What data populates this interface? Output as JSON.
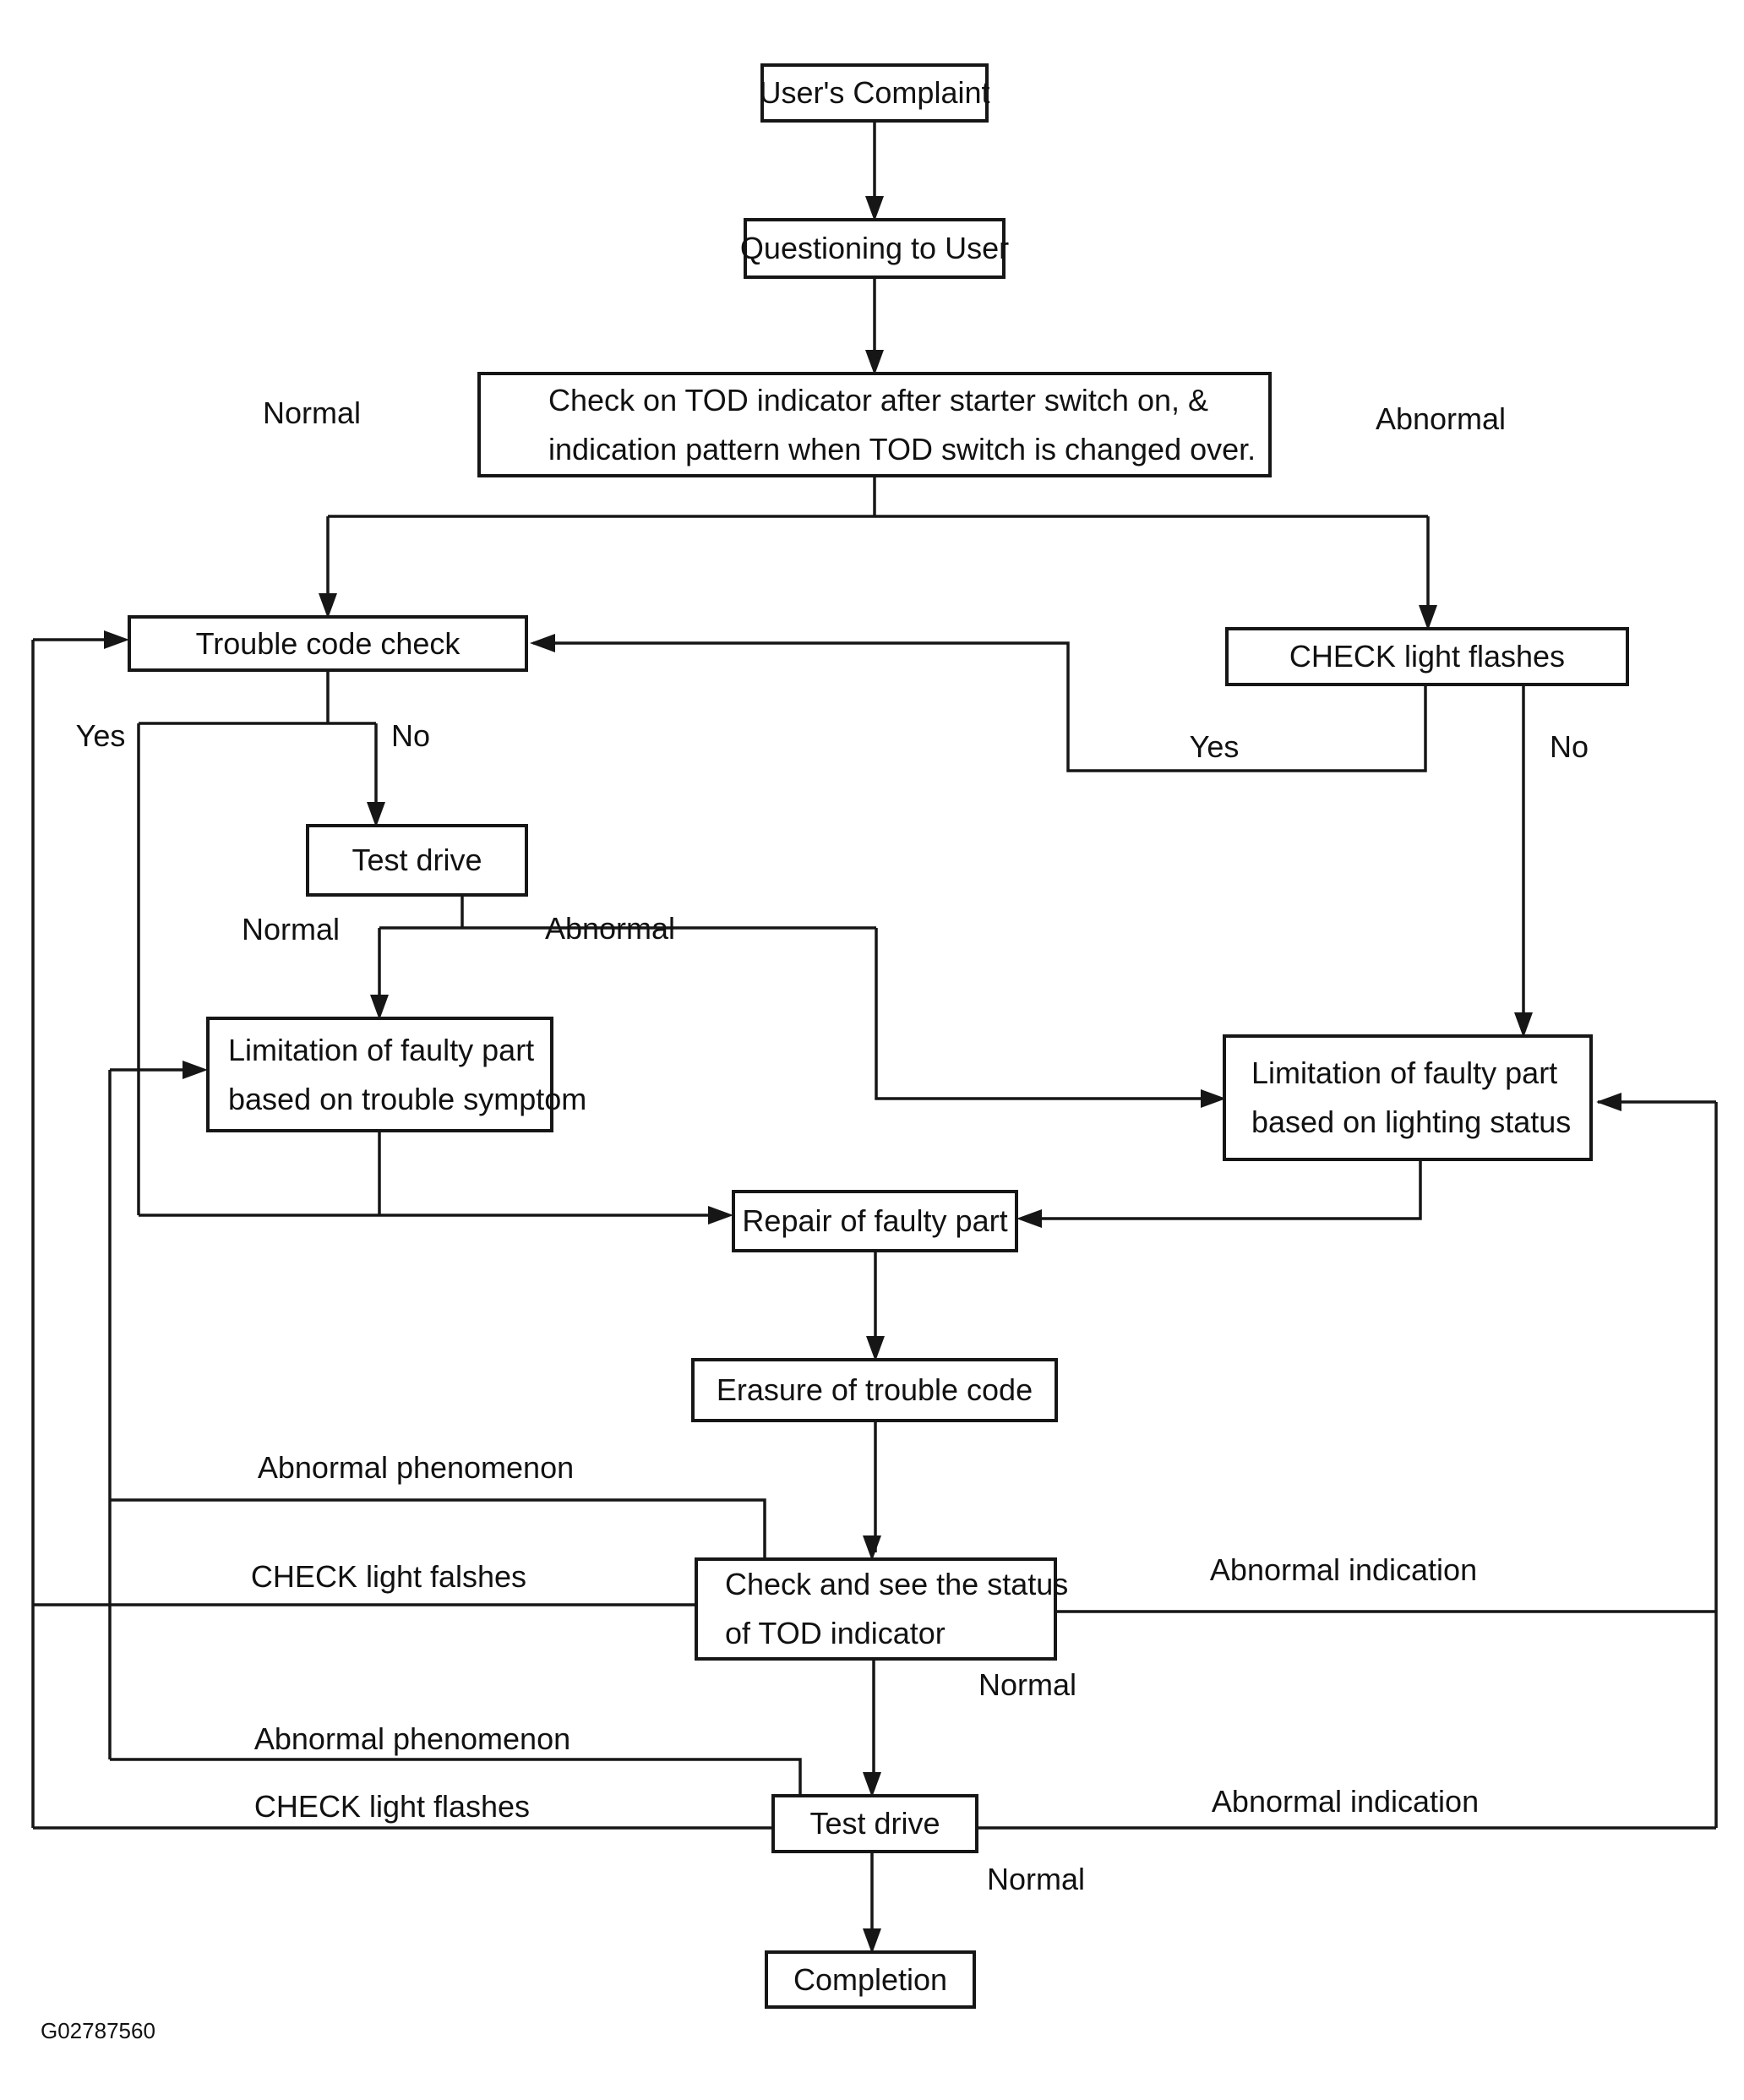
{
  "page": {
    "background": "#ffffff",
    "ink_color": "#161616",
    "figure_id": "G02787560"
  },
  "nodes": {
    "users_complaint": {
      "label": "User's Complaint"
    },
    "questioning": {
      "label": "Questioning to User"
    },
    "check_tod": {
      "line1": "Check on TOD indicator after starter switch on, &",
      "line2": "indication pattern when TOD switch is changed over."
    },
    "trouble_code_check": {
      "label": "Trouble code check"
    },
    "check_light_flashes": {
      "label": "CHECK light flashes"
    },
    "test_drive_1": {
      "label": "Test drive"
    },
    "limitation_trouble": {
      "line1": "Limitation of faulty part",
      "line2": "based on trouble symptom"
    },
    "limitation_lighting": {
      "line1": "Limitation of faulty part",
      "line2": "based on lighting status"
    },
    "repair": {
      "label": "Repair of faulty part"
    },
    "erasure": {
      "label": "Erasure of trouble code"
    },
    "check_see": {
      "line1": "Check and see the status",
      "line2": "of TOD indicator"
    },
    "test_drive_2": {
      "label": "Test drive"
    },
    "completion": {
      "label": "Completion"
    }
  },
  "edge_labels": {
    "normal_top": "Normal",
    "abnormal_top": "Abnormal",
    "yes_left": "Yes",
    "no_left": "No",
    "yes_right": "Yes",
    "no_right": "No",
    "normal_test1": "Normal",
    "abnormal_test1": "Abnormal",
    "abnormal_phenomenon_1": "Abnormal phenomenon",
    "check_light_falshes": "CHECK light falshes",
    "abnormal_indication_1": "Abnormal indication",
    "normal_after_check": "Normal",
    "abnormal_phenomenon_2": "Abnormal phenomenon",
    "check_light_flashes_2": "CHECK light flashes",
    "abnormal_indication_2": "Abnormal indication",
    "normal_after_test2": "Normal"
  }
}
